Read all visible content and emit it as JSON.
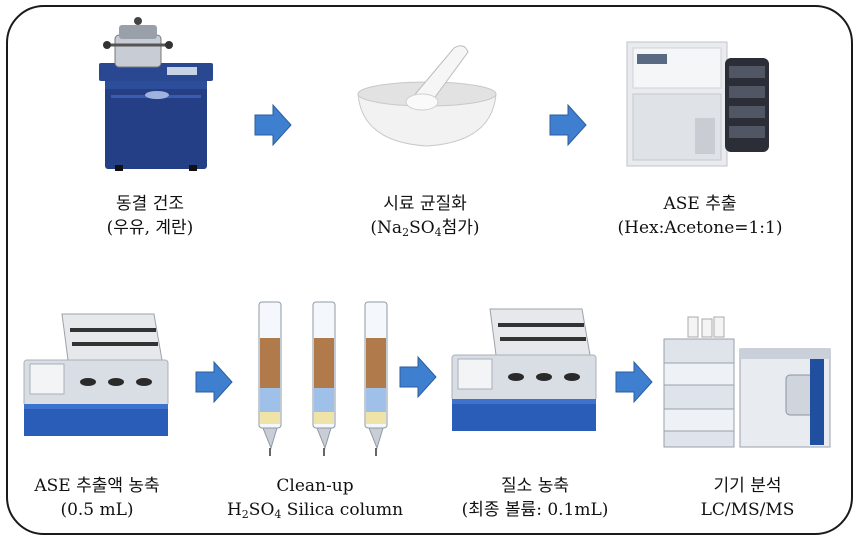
{
  "steps": [
    {
      "id": "freeze-dry",
      "title": "동결 건조",
      "sub": "(우유, 계란)"
    },
    {
      "id": "homogenize",
      "title": "시료 균질화",
      "sub_pre": "(Na",
      "sub_n1": "2",
      "sub_mid": "SO",
      "sub_n2": "4",
      "sub_post": "첨가)"
    },
    {
      "id": "ase-extract",
      "title": "ASE 추출",
      "sub": "(Hex:Acetone=1:1)"
    },
    {
      "id": "ase-concentrate",
      "title": "ASE 추출액 농축",
      "sub": "(0.5 mL)"
    },
    {
      "id": "cleanup",
      "title": "Clean-up",
      "sub_pre": "H",
      "sub_n1": "2",
      "sub_mid": "SO",
      "sub_n2": "4",
      "sub_post": " Silica column"
    },
    {
      "id": "nitrogen",
      "title": "질소 농축",
      "sub": "(최종 볼륨: 0.1mL)"
    },
    {
      "id": "instrument",
      "title": "기기 분석",
      "sub": "LC/MS/MS"
    }
  ],
  "colors": {
    "arrow": "#3f7fcf",
    "arrow_edge": "#2b5e9c",
    "frame": "#1a1a1a",
    "device_blue": "#1f3d8a"
  }
}
